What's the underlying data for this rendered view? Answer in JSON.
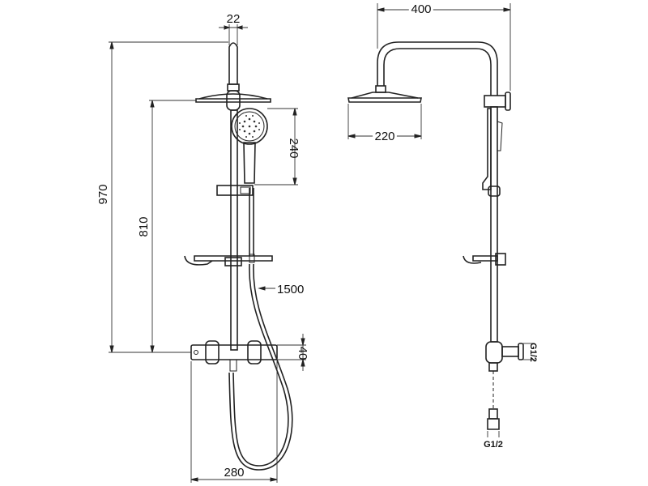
{
  "front_view": {
    "dim_pipe_diameter": "22",
    "dim_total_height": "970",
    "dim_bar_height": "810",
    "dim_hand_shower": "240",
    "dim_hose_length": "1500",
    "dim_mixer_height": "40",
    "dim_mixer_width": "280"
  },
  "side_view": {
    "dim_arm_length": "400",
    "dim_head_diameter": "220",
    "dim_inlet_thread": "G1/2",
    "dim_outlet_thread": "G1/2"
  }
}
